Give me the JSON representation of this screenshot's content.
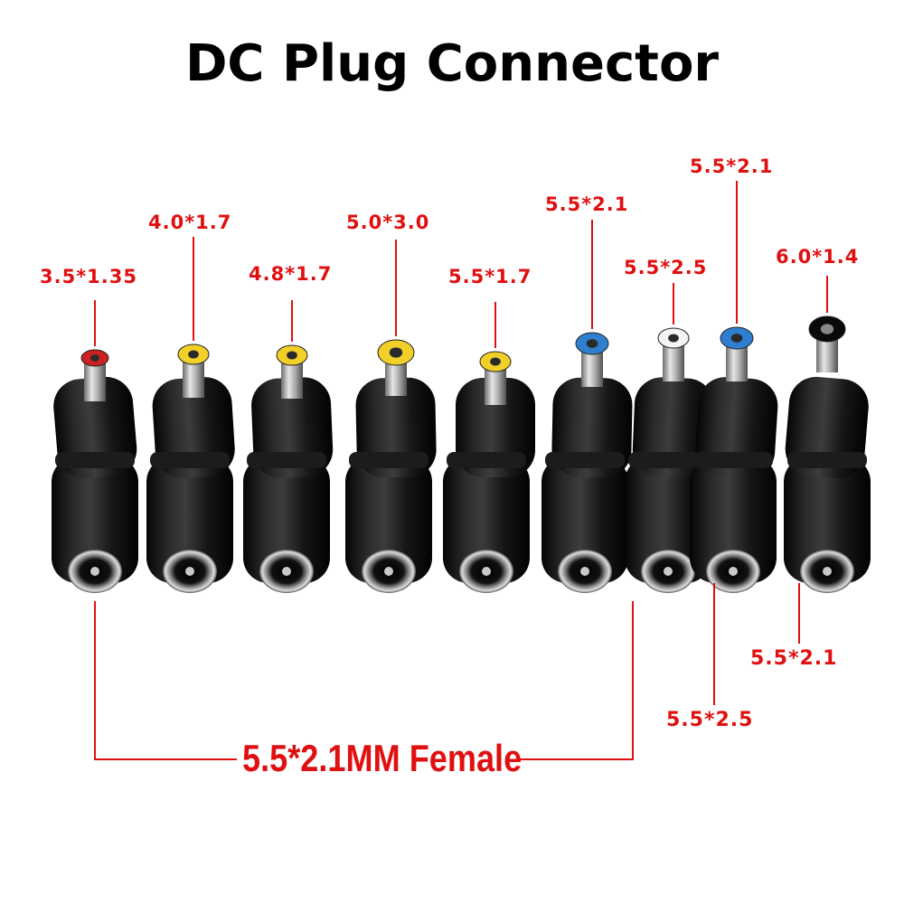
{
  "title": "DC Plug Connector",
  "colors": {
    "label": "#e01010",
    "body": "#111111",
    "tip_yellow": "#f2d02a",
    "tip_blue": "#2f7fd0",
    "tip_white": "#f4f4f4",
    "tip_red": "#cc2222"
  },
  "plugs": [
    {
      "size": "3.5*1.35",
      "tip": "red"
    },
    {
      "size": "4.0*1.7",
      "tip": "yellow"
    },
    {
      "size": "4.8*1.7",
      "tip": "yellow"
    },
    {
      "size": "5.0*3.0",
      "tip": "yellow"
    },
    {
      "size": "5.5*1.7",
      "tip": "yellow"
    },
    {
      "size": "5.5*2.1",
      "tip": "blue"
    },
    {
      "size": "5.5*2.5",
      "tip": "white"
    },
    {
      "size": "5.5*2.1",
      "tip": "blue"
    },
    {
      "size": "6.0*1.4",
      "tip": "black"
    }
  ],
  "female_labels": {
    "group": "5.5*2.1MM Female",
    "col8": "5.5*2.5",
    "col9": "5.5*2.1"
  }
}
